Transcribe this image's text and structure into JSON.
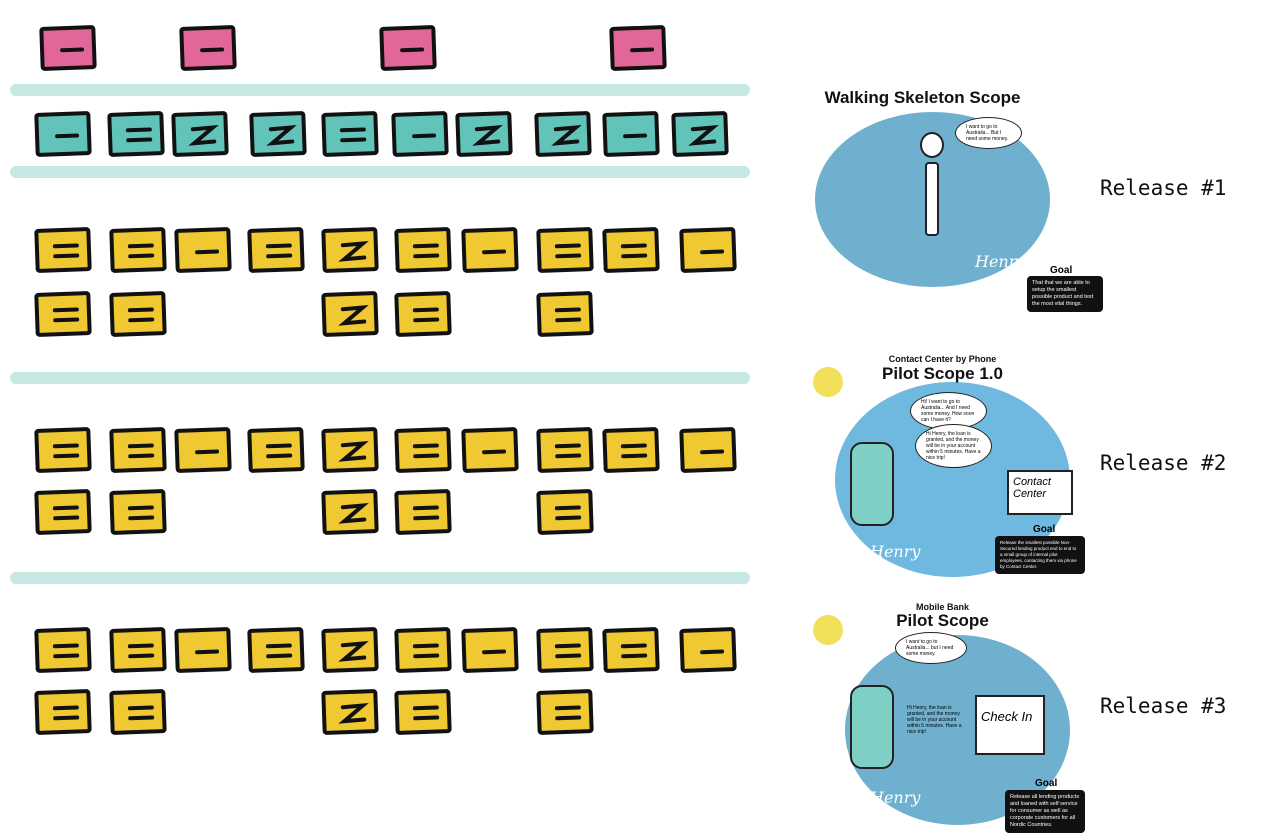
{
  "colors": {
    "pink": "#e2669a",
    "teal": "#62c4b8",
    "yellow": "#f0c832",
    "lane": "#c6e9e4",
    "scope_blue": "#6fb0cf"
  },
  "activities": [
    "minus",
    "minus",
    "minus",
    "minus"
  ],
  "tasks": [
    "minus",
    "equals",
    "z",
    "z",
    "equals",
    "minus",
    "z",
    "z",
    "minus",
    "z"
  ],
  "releases": [
    {
      "label": "Release #1",
      "row1": [
        "equals",
        "equals",
        "minus",
        "equals",
        "z",
        "equals",
        "minus",
        "equals",
        "equals",
        "minus"
      ],
      "row2": [
        "equals",
        "equals",
        "z",
        "equals",
        "equals"
      ],
      "panel": {
        "subtitle": "",
        "title": "Walking Skeleton Scope",
        "bubble": "I want to go to Australia... But I need some money.",
        "name": "Henry",
        "goal_label": "Goal",
        "goal": "That that we are able to setup the smallest possible product and test the most vital things."
      }
    },
    {
      "label": "Release #2",
      "row1": [
        "equals",
        "equals",
        "minus",
        "equals",
        "z",
        "equals",
        "minus",
        "equals",
        "equals",
        "minus"
      ],
      "row2": [
        "equals",
        "equals",
        "z",
        "equals",
        "equals"
      ],
      "panel": {
        "subtitle": "Contact Center by Phone",
        "title": "Pilot Scope 1.0",
        "bubble": "Hi! I want to go to Australia... And I need some money. How soon can I have it?",
        "bubble2": "Hi Henry, the loan is granted, and the money will be in your account within 5 minutes. Have a nice trip!",
        "desk": "Contact Center",
        "name": "Henry",
        "goal_label": "Goal",
        "goal": "Release the smallest possible Non-Secured lending product end to end to a small group of internal pilot employees, contacting them via phone by Contact Center."
      }
    },
    {
      "label": "Release #3",
      "row1": [
        "equals",
        "equals",
        "minus",
        "equals",
        "z",
        "equals",
        "minus",
        "equals",
        "equals",
        "minus"
      ],
      "row2": [
        "equals",
        "equals",
        "z",
        "equals",
        "equals"
      ],
      "panel": {
        "subtitle": "Mobile Bank",
        "title": "Pilot Scope",
        "bubble": "I want to go to Australia... but I need some money.",
        "bubble2": "Hi Henry, the loan is granted, and the money will be in your account within 5 minutes. Have a nice trip!",
        "desk": "Check In",
        "name": "Henry",
        "goal_label": "Goal",
        "goal": "Release all lending products and loaned with self service for consumer as well as corporate customers for all Nordic Countries."
      }
    }
  ]
}
